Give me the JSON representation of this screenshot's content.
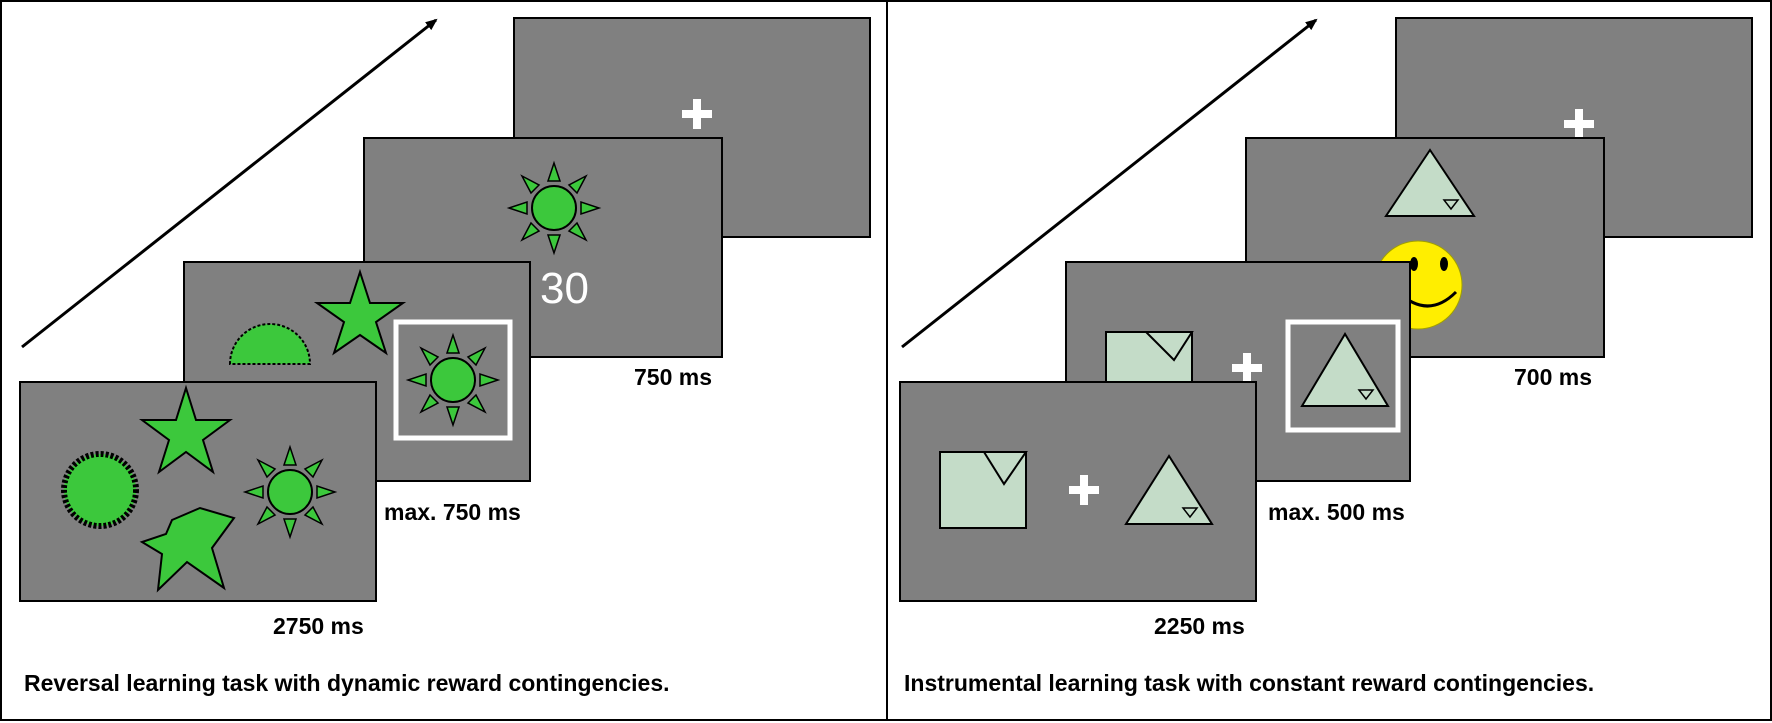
{
  "left_panel": {
    "caption": "Reversal learning task with dynamic reward contingencies.",
    "timings": [
      "750 ms",
      "max. 750 ms",
      "2750 ms"
    ],
    "countdown": "30"
  },
  "right_panel": {
    "caption": "Instrumental learning task with constant reward contingencies.",
    "timings": [
      "700 ms",
      "max. 500 ms",
      "2250 ms"
    ]
  },
  "colors": {
    "screen": "#808080",
    "stimulus_green": "#3cc83c",
    "stimulus_pale": "#c4dcc8",
    "smiley": "#ffee00",
    "selection_frame": "#ffffff"
  },
  "icons": [
    "fixation-cross-icon",
    "sun-icon",
    "star-icon",
    "serrated-circle-icon",
    "cross-star-icon",
    "triangle-icon",
    "square-icon",
    "smiley-icon",
    "time-arrow-icon"
  ]
}
